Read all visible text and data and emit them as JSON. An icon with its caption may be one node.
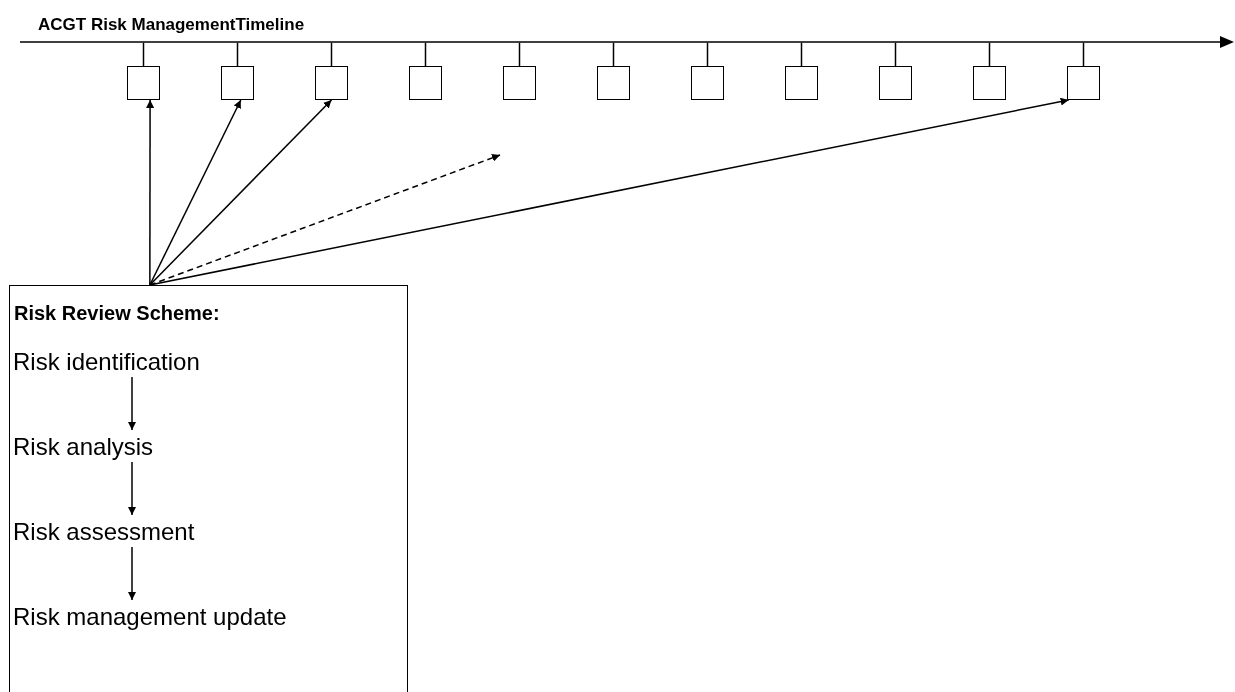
{
  "diagram": {
    "title": "ACGT Risk ManagementTimeline",
    "nodes": [
      {
        "text": [],
        "shape": "box"
      },
      {
        "text": [],
        "shape": "box"
      },
      {
        "text": [],
        "shape": "box"
      },
      {
        "text": [],
        "shape": "box"
      },
      {
        "text": [],
        "shape": "box"
      },
      {
        "text": [],
        "shape": "box"
      },
      {
        "text": [],
        "shape": "box"
      },
      {
        "text": [],
        "shape": "box"
      },
      {
        "text": [],
        "shape": "box"
      },
      {
        "text": [],
        "shape": "box"
      },
      {
        "text": [],
        "shape": "box"
      },
      {
        "text": [
          "Risk Review Scheme:"
        ]
      },
      {
        "text": [
          "Risk identification"
        ],
        "in": 11
      },
      {
        "text": [
          "Risk analysis"
        ],
        "in": 11
      },
      {
        "text": [
          "Risk assessment"
        ],
        "in": 11
      },
      {
        "text": [
          "Risk management update"
        ],
        "in": 11
      },
      {
        "text": [],
        "shape": "bar"
      }
    ],
    "edges": [
      {
        "from": 11,
        "to": 0,
        "arrow": "to"
      },
      {
        "from": 11,
        "to": 1,
        "arrow": "to"
      },
      {
        "from": 11,
        "to": 2,
        "arrow": "to"
      },
      {
        "from": 11,
        "to": null,
        "arrow": "to",
        "style": "dashed"
      },
      {
        "from": 11,
        "to": 10,
        "arrow": "to"
      },
      {
        "from": 12,
        "to": 13,
        "arrow": "to"
      },
      {
        "from": 13,
        "to": 14,
        "arrow": "to"
      },
      {
        "from": 14,
        "to": 15,
        "arrow": "to"
      },
      {
        "from": 16,
        "to": 0,
        "arrow": "none"
      },
      {
        "from": 16,
        "to": 1,
        "arrow": "none"
      },
      {
        "from": 16,
        "to": 2,
        "arrow": "none"
      },
      {
        "from": 16,
        "to": 3,
        "arrow": "none"
      },
      {
        "from": 16,
        "to": 4,
        "arrow": "none"
      },
      {
        "from": 16,
        "to": 5,
        "arrow": "none"
      },
      {
        "from": 16,
        "to": 6,
        "arrow": "none"
      },
      {
        "from": 16,
        "to": 7,
        "arrow": "none"
      },
      {
        "from": 16,
        "to": 8,
        "arrow": "none"
      },
      {
        "from": 16,
        "to": 9,
        "arrow": "none"
      },
      {
        "from": 16,
        "to": 10,
        "arrow": "none"
      }
    ]
  }
}
